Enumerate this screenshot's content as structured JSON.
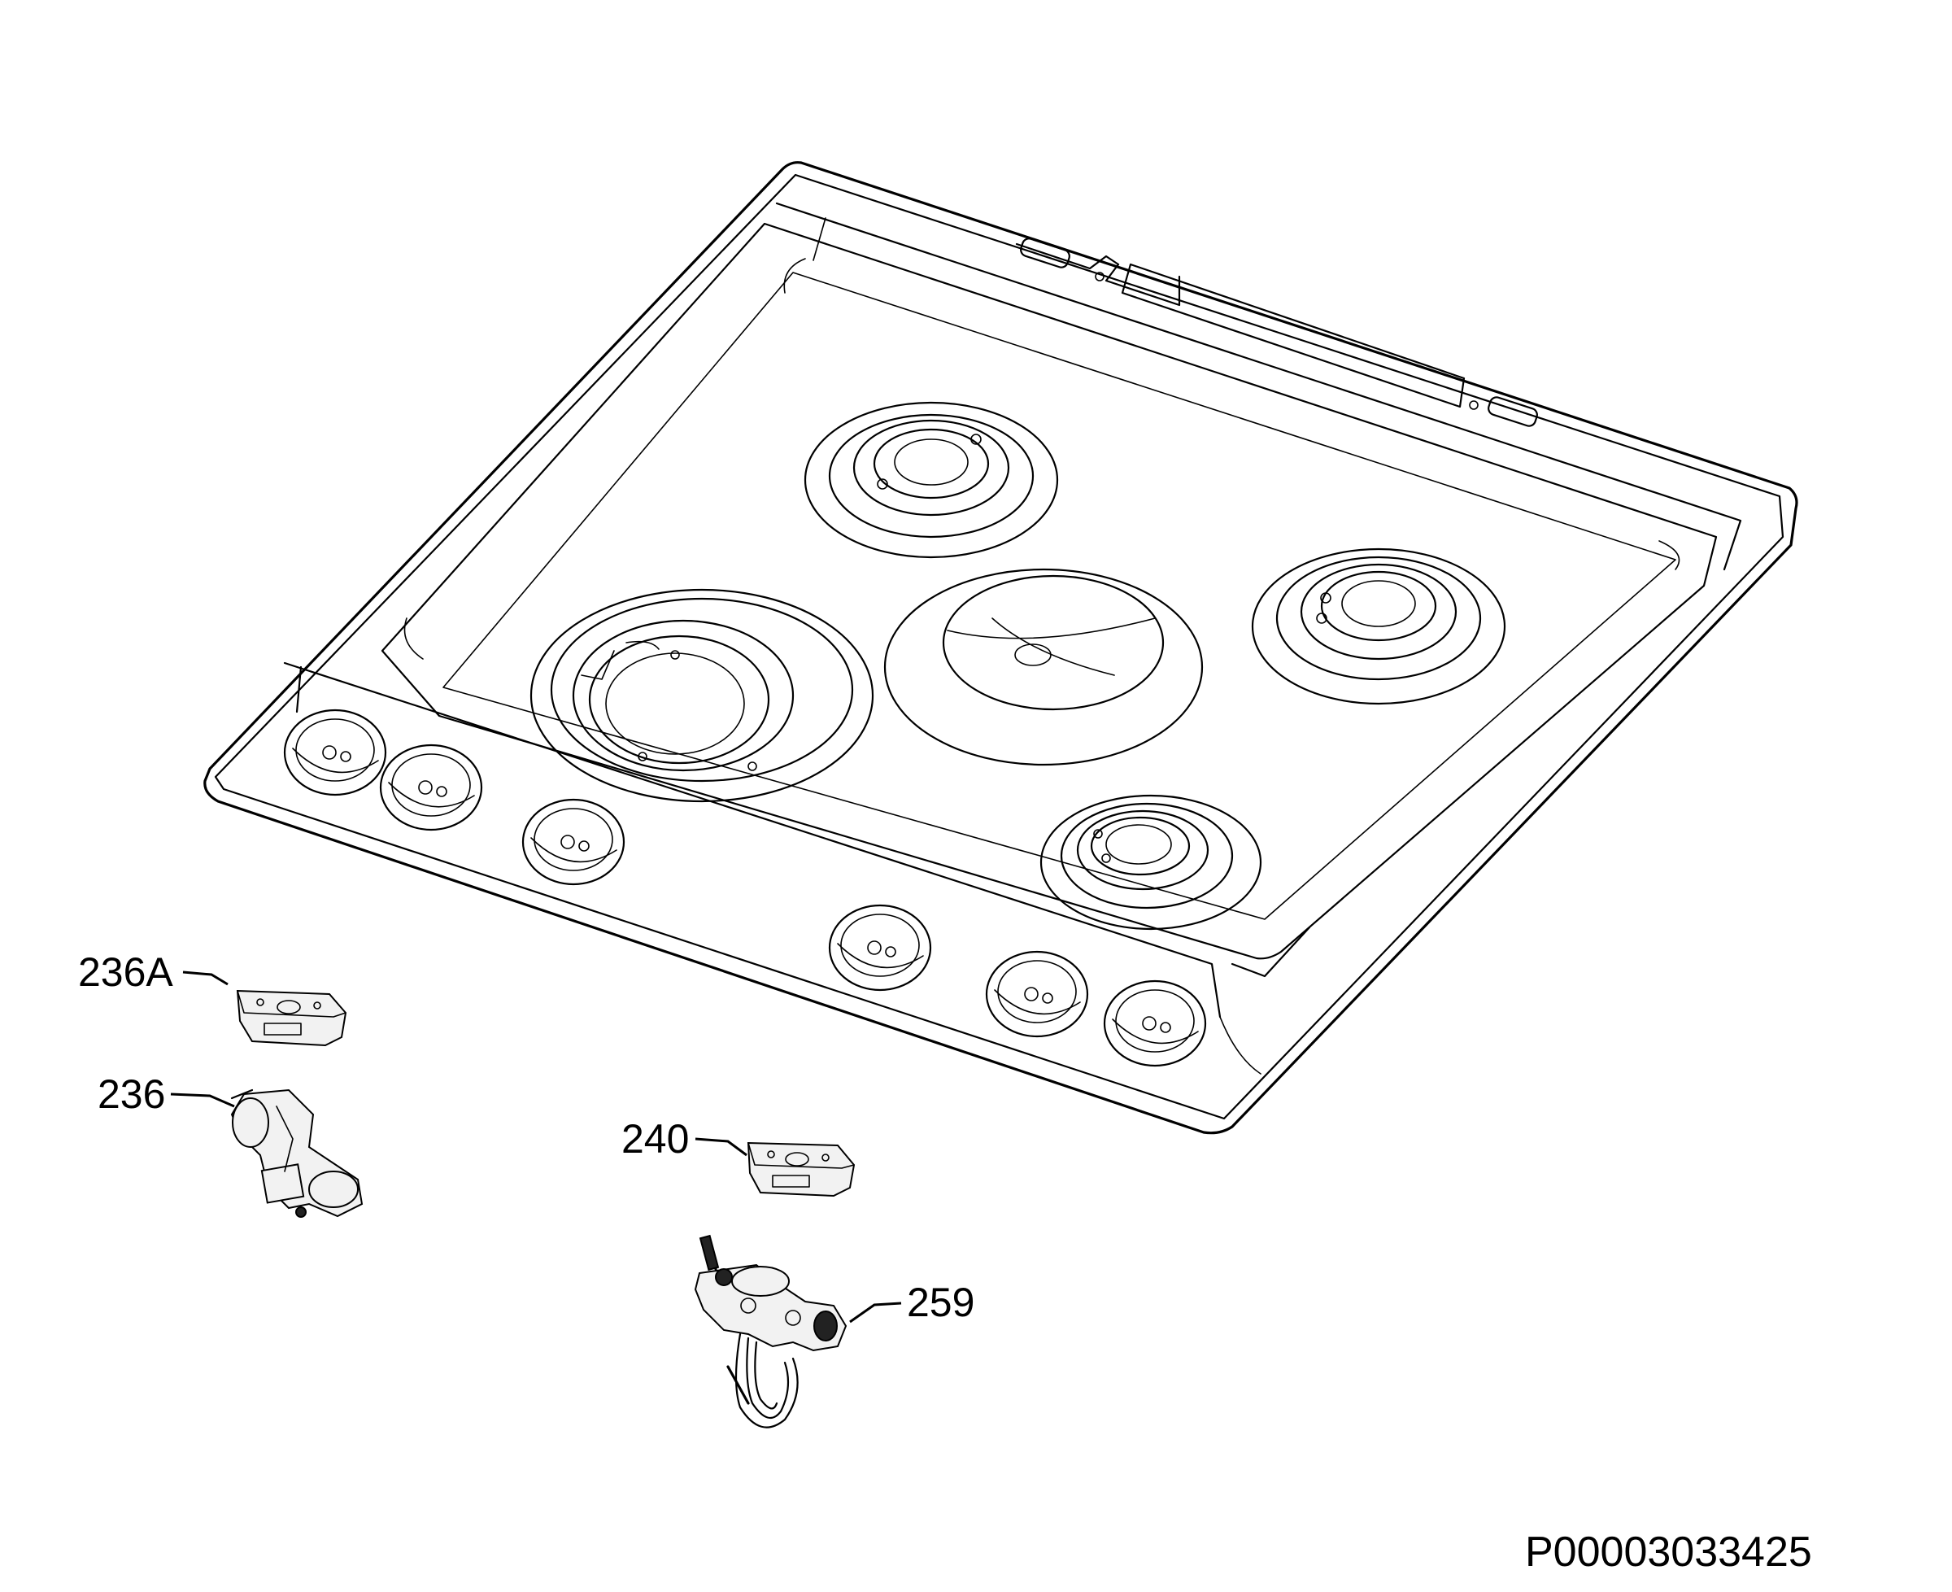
{
  "drawing_id": "P00003033425",
  "callouts": [
    {
      "label": "236A",
      "part": "knob-bezel-left"
    },
    {
      "label": "236",
      "part": "gas-valve-left"
    },
    {
      "label": "240",
      "part": "knob-bezel-right"
    },
    {
      "label": "259",
      "part": "thermostat-valve-with-capillary"
    }
  ],
  "colors": {
    "line": "#000000",
    "background": "#ffffff"
  }
}
